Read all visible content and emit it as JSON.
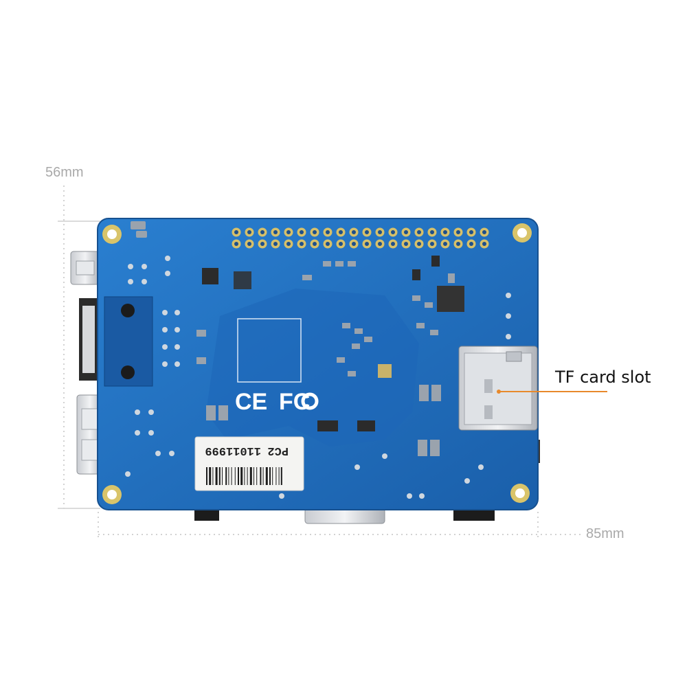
{
  "dimensions": {
    "height_label": "56mm",
    "width_label": "85mm"
  },
  "callout": {
    "label": "TF card slot",
    "line_color": "#e8892b"
  },
  "board": {
    "color": "#1f6fc0",
    "silkscreen": {
      "ce_mark": "CE",
      "fcc_mark": "FC",
      "sticker_model": "PC2",
      "sticker_serial": "11011999"
    }
  }
}
